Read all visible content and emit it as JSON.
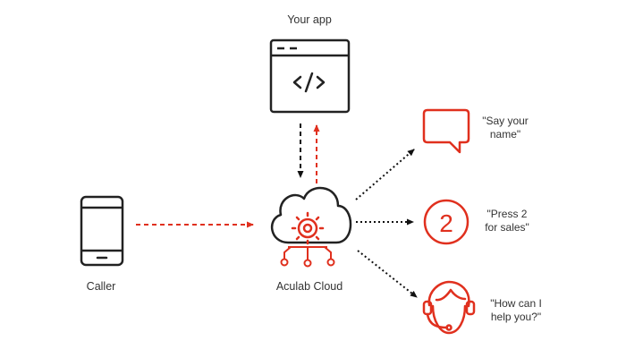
{
  "nodes": {
    "app": {
      "label": "Your app",
      "icon": "code-window-icon"
    },
    "caller": {
      "label": "Caller",
      "icon": "smartphone-icon"
    },
    "cloud": {
      "label": "Aculab Cloud",
      "icon": "cloud-gear-icon"
    }
  },
  "outputs": [
    {
      "id": "speech",
      "icon": "speech-bubble-icon",
      "line1": "\"Say your",
      "line2": "name\""
    },
    {
      "id": "dtmf",
      "icon": "number-circle-icon",
      "digit": "2",
      "line1": "\"Press 2",
      "line2": "for sales\""
    },
    {
      "id": "agent",
      "icon": "headset-agent-icon",
      "line1": "\"How can I",
      "line2": "help you?\""
    }
  ],
  "colors": {
    "accent": "#e0301e",
    "dark": "#222222",
    "text": "#333333"
  }
}
